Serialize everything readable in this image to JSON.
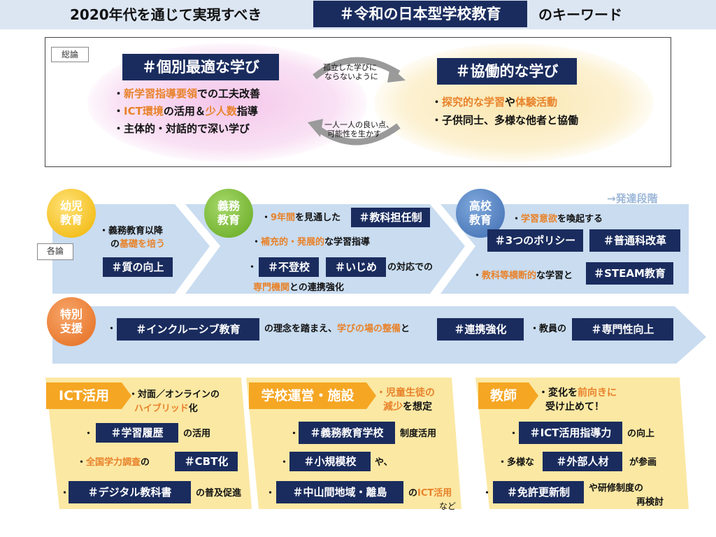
{
  "header": {
    "prefix": "2020年代を通じて実現すべき",
    "highlight": "＃令和の日本型学校教育",
    "suffix": "のキーワード"
  },
  "general": {
    "label": "総論",
    "left_tag": "＃個別最適な学び",
    "left_items": [
      {
        "parts": [
          {
            "t": "・",
            "c": ""
          },
          {
            "t": "新学習指導要領",
            "c": "orange"
          },
          {
            "t": "での工夫改善",
            "c": ""
          }
        ]
      },
      {
        "parts": [
          {
            "t": "・",
            "c": ""
          },
          {
            "t": "ICT環境",
            "c": "orange"
          },
          {
            "t": "の活用＆",
            "c": ""
          },
          {
            "t": "少人数",
            "c": "orange"
          },
          {
            "t": "指導",
            "c": ""
          }
        ]
      },
      {
        "parts": [
          {
            "t": "・主体的・対話的で深い学び",
            "c": ""
          }
        ]
      }
    ],
    "arrow_top": [
      "孤立した学びに",
      "ならないように"
    ],
    "arrow_bottom": [
      "一人一人の良い点、",
      "可能性を生かす"
    ],
    "right_tag": "＃協働的な学び",
    "right_items": [
      {
        "parts": [
          {
            "t": "・",
            "c": ""
          },
          {
            "t": "探究的な学習",
            "c": "orange"
          },
          {
            "t": "や",
            "c": ""
          },
          {
            "t": "体験活動",
            "c": "orange"
          }
        ]
      },
      {
        "parts": [
          {
            "t": "・子供同士、多様な他者と協働",
            "c": ""
          }
        ]
      }
    ]
  },
  "specific": {
    "label": "各論",
    "stage_label": "→発達段階",
    "early": {
      "circle": [
        "幼児",
        "教育"
      ],
      "line1": "・義務教育以降",
      "line2_pre": "の",
      "line2_hl": "基礎を培う",
      "tag": "＃質の向上"
    },
    "compulsory": {
      "circle": [
        "義務",
        "教育"
      ],
      "b1_pre": "・",
      "b1_hl": "9年間",
      "b1_post": "を見通した",
      "tag1": "＃教科担任制",
      "b2_pre": "・",
      "b2_hl": "補充的・発展的",
      "b2_post": "な学習指導",
      "b3": "・",
      "tag2": "＃不登校",
      "tag3": "＃いじめ",
      "b3_post": "の対応での",
      "b4_hl": "専門機関",
      "b4_post": "との連携強化"
    },
    "high": {
      "circle": [
        "高校",
        "教育"
      ],
      "b1_pre": "・",
      "b1_hl": "学習意欲",
      "b1_post": "を喚起する",
      "tag1": "＃3つのポリシー",
      "tag2": "＃普通科改革",
      "b2_pre": "・",
      "b2_hl": "教科等横断的",
      "b2_post": "な学習と",
      "tag3": "＃STEAM教育"
    },
    "special": {
      "circle": [
        "特別",
        "支援"
      ],
      "b0": "・",
      "tag1": "＃インクルーシブ教育",
      "t1": "の理念を踏まえ、",
      "t1_hl": "学びの場の整備",
      "t1_post": "と",
      "tag2": "＃連携強化",
      "t2": "・教員の",
      "tag3": "＃専門性向上"
    }
  },
  "bottom": {
    "ict": {
      "title": "ICT活用",
      "l1": "・対面／オンラインの",
      "l2_hl": "ハイブリッド",
      "l2_post": "化",
      "tag1": "＃学習履歴",
      "t1": "の活用",
      "t2_hl": "全国学力調査",
      "t2_post": "の",
      "tag2": "＃CBT化",
      "tag3": "＃デジタル教科書",
      "t3": "の普及促進"
    },
    "school": {
      "title": "学校運営・施設",
      "l1_hl": "・児童生徒の",
      "l2_hl": "減少",
      "l2_post": "を想定",
      "tag1": "＃義務教育学校",
      "t1": "制度活用",
      "tag2": "＃小規模校",
      "t2": "や、",
      "tag3": "＃中山間地域・離島",
      "t3_pre": "の",
      "t3_hl": "ICT活用",
      "t4": "など"
    },
    "teacher": {
      "title": "教師",
      "l1_pre": "・変化を",
      "l1_hl": "前向きに",
      "l2": "受け止めて！",
      "tag1": "＃ICT活用指導力",
      "t1": "の向上",
      "t2": "・多様な",
      "tag2": "＃外部人材",
      "t2_post": "が参画",
      "tag3": "＃免許更新制",
      "t3": "や研修制度の",
      "t4": "再検討"
    }
  },
  "colors": {
    "navy": "#1a2c5e",
    "orange": "#e8822a",
    "arrow_blue": "#c6d9ef",
    "pink_glow": "#f7d3ee",
    "yellow_glow": "#fbefc8",
    "trap_yellow": "#fbe9a8"
  }
}
